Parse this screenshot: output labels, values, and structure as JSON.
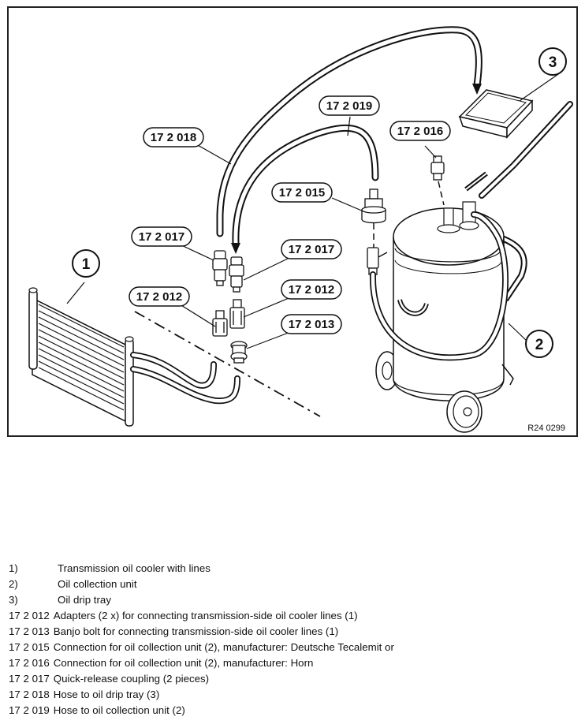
{
  "figure": {
    "reference": "R24 0299",
    "callouts": {
      "c1": "1",
      "c2": "2",
      "c3": "3"
    },
    "tags": {
      "t2018": "17 2 018",
      "t2019": "17 2 019",
      "t2016": "17 2 016",
      "t2015": "17 2 015",
      "t2017a": "17 2 017",
      "t2017b": "17 2 017",
      "t2012a": "17 2 012",
      "t2012b": "17 2 012",
      "t2013": "17 2 013"
    }
  },
  "legend": [
    {
      "num": "1)",
      "text": "Transmission oil cooler with lines"
    },
    {
      "num": "2)",
      "text": "Oil collection unit"
    },
    {
      "num": "3)",
      "text": "Oil drip tray"
    },
    {
      "num": "17 2 012",
      "text": "Adapters (2 x) for connecting transmission-side oil cooler lines (1)"
    },
    {
      "num": "17 2 013",
      "text": "Banjo bolt for connecting transmission-side oil cooler lines (1)"
    },
    {
      "num": "17 2 015",
      "text": "Connection for oil collection unit (2), manufacturer: Deutsche Tecalemit or"
    },
    {
      "num": "17 2 016",
      "text": "Connection for oil collection unit (2), manufacturer: Horn"
    },
    {
      "num": "17 2 017",
      "text": "Quick-release coupling (2 pieces)"
    },
    {
      "num": "17 2 018",
      "text": "Hose to oil drip tray (3)"
    },
    {
      "num": "17 2 019",
      "text": "Hose to oil collection unit (2)"
    }
  ]
}
